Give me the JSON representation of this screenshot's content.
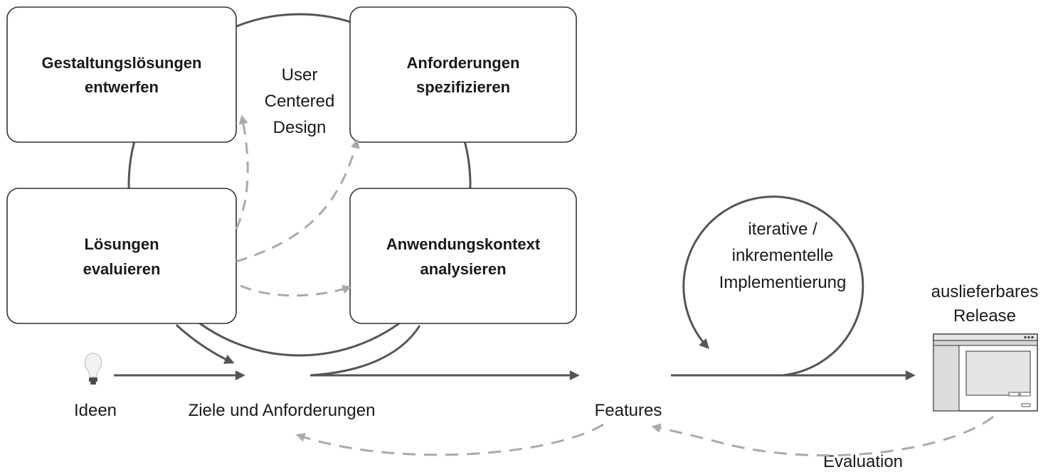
{
  "diagram": {
    "boxes": {
      "design": {
        "lines": [
          "Gestaltungslösungen",
          "entwerfen"
        ]
      },
      "requirements": {
        "lines": [
          "Anforderungen",
          "spezifizieren"
        ]
      },
      "evaluate": {
        "lines": [
          "Lösungen",
          "evaluieren"
        ]
      },
      "context": {
        "lines": [
          "Anwendungskontext",
          "analysieren"
        ]
      }
    },
    "ucd_label": [
      "User",
      "Centered",
      "Design"
    ],
    "implementation_label": [
      "iterative /",
      "inkrementelle",
      "Implementierung"
    ],
    "release_label": [
      "auslieferbares",
      "Release"
    ],
    "labels": {
      "ideas": "Ideen",
      "goals": "Ziele und Anforderungen",
      "features": "Features",
      "evaluation": "Evaluation"
    },
    "icons": {
      "idea": "lightbulb-icon",
      "release": "application-window-icon"
    },
    "colors": {
      "stroke": "#555555",
      "dashed": "#aaaaaa",
      "box_border": "#333333",
      "text": "#1a1a1a"
    }
  }
}
